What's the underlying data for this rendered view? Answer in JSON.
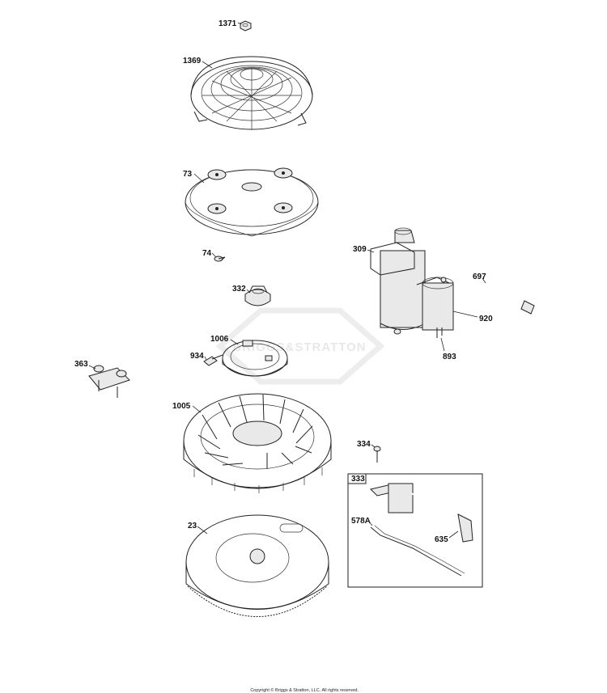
{
  "watermark": "BRIGGS&STRATTON",
  "copyright": "Copyright © Briggs & Stratton, LLC. All rights reserved.",
  "kit_box_label": "333",
  "labels": {
    "p1371": "1371",
    "p1369": "1369",
    "p73": "73",
    "p74": "74",
    "p332": "332",
    "p1006": "1006",
    "p934": "934",
    "p363": "363",
    "p1005": "1005",
    "p23": "23",
    "p309": "309",
    "p697": "697",
    "p920": "920",
    "p893": "893",
    "p334": "334",
    "p578A": "578A",
    "p635": "635"
  }
}
